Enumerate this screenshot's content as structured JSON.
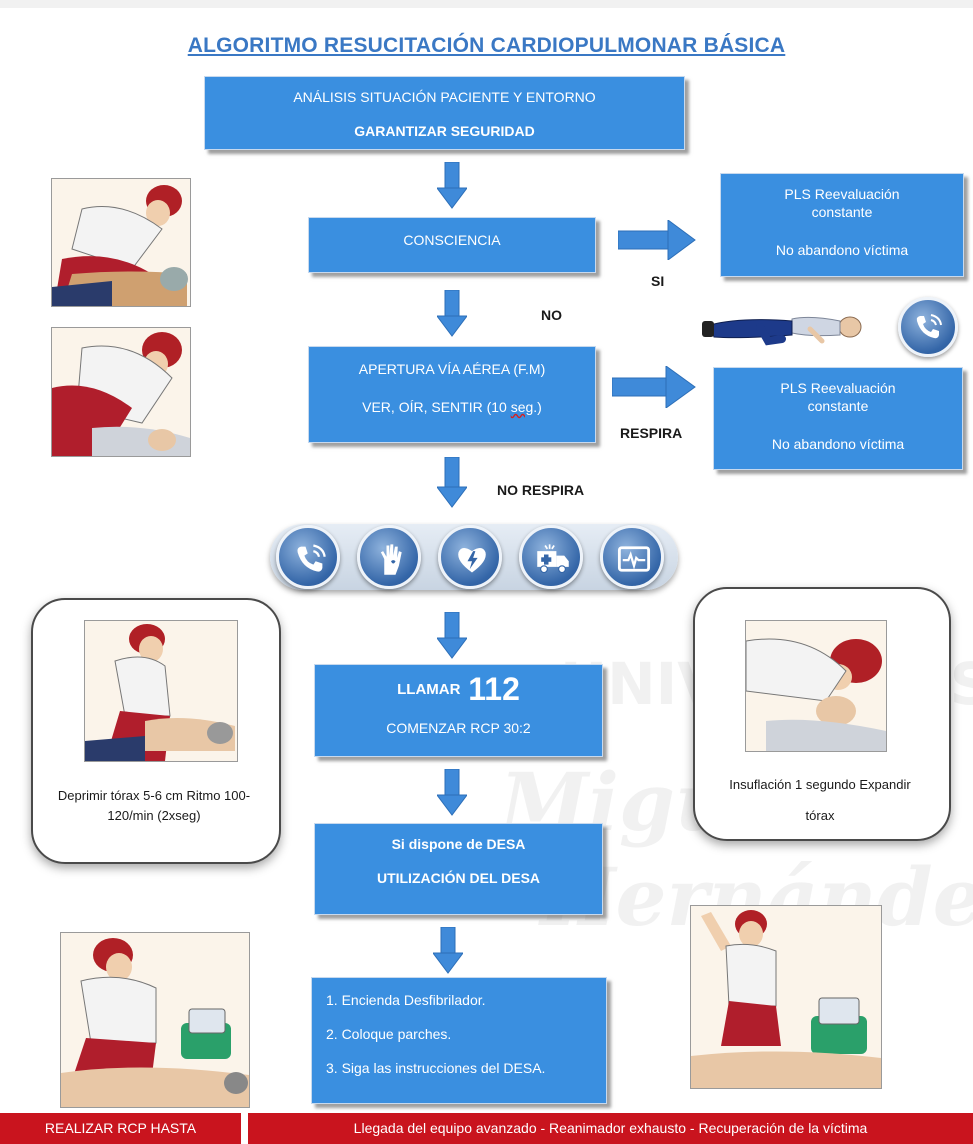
{
  "title": "ALGORITMO RESUCITACIÓN CARDIOPULMONAR BÁSICA",
  "boxes": {
    "analisis": {
      "line1": "ANÁLISIS SITUACIÓN PACIENTE Y ENTORNO",
      "line2": "GARANTIZAR SEGURIDAD"
    },
    "consciencia": {
      "line1": "CONSCIENCIA"
    },
    "pls1": {
      "line1": "PLS Reevaluación",
      "line2": "constante",
      "line3": "No abandono víctima"
    },
    "apertura": {
      "line1": "APERTURA VÍA AÉREA (F.M)",
      "line2_prefix": "VER, OÍR, SENTIR (10 ",
      "line2_seg": "seg",
      "line2_suffix": ".)"
    },
    "pls2": {
      "line1": "PLS Reevaluación",
      "line2": "constante",
      "line3": "No abandono víctima"
    },
    "llamar": {
      "word": "LLAMAR",
      "number": "112",
      "line2": "COMENZAR RCP 30:2"
    },
    "desa": {
      "line1": "Si dispone de DESA",
      "line2": "UTILIZACIÓN  DEL DESA"
    },
    "pasos": {
      "step1": "1.  Encienda Desfibrilador.",
      "step2": "2. Coloque parches.",
      "step3": "3. Siga las instrucciones del DESA."
    }
  },
  "labels": {
    "si": "SI",
    "no": "NO",
    "respira": "RESPIRA",
    "no_respira": "NO RESPIRA"
  },
  "cards": {
    "left": {
      "line1": "Deprimir tórax 5-6 cm",
      "line2": "Ritmo 100-120/min",
      "line3": "(2xseg)"
    },
    "right": {
      "line1": "Insuflación 1 segundo",
      "line2": "Expandir tórax"
    }
  },
  "icons": [
    "phone-icon",
    "hand-icon",
    "heart-bolt-icon",
    "ambulance-icon",
    "monitor-ecg-icon"
  ],
  "footer": {
    "left": "REALIZAR RCP HASTA",
    "right": "Llegada del equipo avanzado - Reanimador exhausto - Recuperación de la víctima"
  },
  "watermark": {
    "line1": "UNIVERSITAS",
    "line2": "Miguel",
    "line3": "Hernández"
  },
  "colors": {
    "box": "#3a8fe0",
    "arrow": "#3f8ad9",
    "title": "#3a78c4",
    "footer": "#c9141e"
  }
}
